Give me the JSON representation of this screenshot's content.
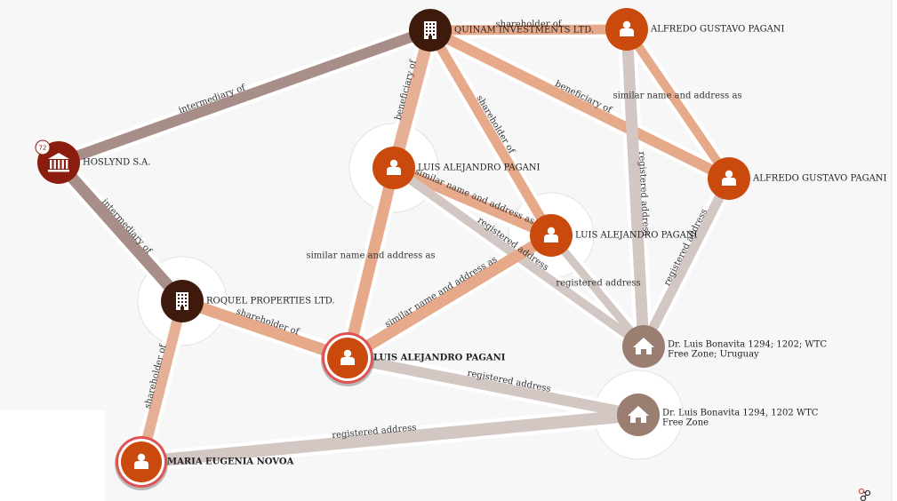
{
  "graph": {
    "nodes": [
      {
        "id": "quinam",
        "label": "QUINAM INVESTMENTS LTD.",
        "kind": "company",
        "icon": "building-icon",
        "color": "#3d1a0c"
      },
      {
        "id": "alfredo1",
        "label": "ALFREDO GUSTAVO PAGANI",
        "kind": "person",
        "icon": "person-icon",
        "color": "#c94a0c"
      },
      {
        "id": "hoslynd",
        "label": "HOSLYND S.A.",
        "kind": "intermediary",
        "icon": "bank-icon",
        "color": "#8b1d0f",
        "badge": "72"
      },
      {
        "id": "luis1",
        "label": "LUIS ALEJANDRO PAGANI",
        "kind": "person",
        "icon": "person-icon",
        "color": "#c94a0c"
      },
      {
        "id": "alfredo2",
        "label": "ALFREDO GUSTAVO PAGANI",
        "kind": "person",
        "icon": "person-icon",
        "color": "#c94a0c"
      },
      {
        "id": "luis2",
        "label": "LUIS ALEJANDRO PAGANI",
        "kind": "person",
        "icon": "person-icon",
        "color": "#c94a0c"
      },
      {
        "id": "roquel",
        "label": "ROQUEL PROPERTIES LTD.",
        "kind": "company",
        "icon": "building-icon",
        "color": "#3d1a0c"
      },
      {
        "id": "luis3",
        "label": "LUIS ALEJANDRO PAGANI",
        "kind": "person",
        "icon": "person-icon",
        "color": "#c94a0c",
        "highlight": true
      },
      {
        "id": "addr1",
        "label": [
          "Dr. Luis Bonavita 1294; 1202; WTC",
          "Free Zone; Uruguay"
        ],
        "kind": "address",
        "icon": "house-icon",
        "color": "#9b7e72"
      },
      {
        "id": "addr2",
        "label": [
          "Dr. Luis Bonavita 1294, 1202  WTC",
          "Free Zone"
        ],
        "kind": "address",
        "icon": "house-icon",
        "color": "#9b7e72"
      },
      {
        "id": "maria",
        "label": "MARIA EUGENIA NOVOA",
        "kind": "person",
        "icon": "person-icon",
        "color": "#c94a0c",
        "highlight": true
      }
    ],
    "edges": [
      {
        "from": "quinam",
        "to": "alfredo1",
        "label": "shareholder of",
        "color": "#e6a989"
      },
      {
        "from": "hoslynd",
        "to": "quinam",
        "label": "intermediary of",
        "color": "#a88e88"
      },
      {
        "from": "luis1",
        "to": "quinam",
        "label": "beneficiary of",
        "color": "#e6b096"
      },
      {
        "from": "luis2",
        "to": "quinam",
        "label": "shareholder of",
        "color": "#e6a989"
      },
      {
        "from": "quinam",
        "to": "alfredo2",
        "label": "beneficiary of",
        "color": "#e6a989"
      },
      {
        "from": "alfredo1",
        "to": "alfredo2",
        "label": "similar name and address as",
        "color": "#e6a989"
      },
      {
        "from": "alfredo1",
        "to": "addr1",
        "label": "registered address",
        "color": "#d2c7c2"
      },
      {
        "from": "luis1",
        "to": "luis2",
        "label": "similar name and address as",
        "color": "#e6a989"
      },
      {
        "from": "luis1",
        "to": "addr1",
        "label": "registered address",
        "color": "#d2c7c2"
      },
      {
        "from": "alfredo2",
        "to": "addr1",
        "label": "registered address",
        "color": "#d2c7c2"
      },
      {
        "from": "luis3",
        "to": "luis1",
        "label": "similar name and address as",
        "color": "#e6a989"
      },
      {
        "from": "luis3",
        "to": "luis2",
        "label": "similar name and address as",
        "color": "#e6a989"
      },
      {
        "from": "luis2",
        "to": "addr1",
        "label": "registered address",
        "color": "#d2c7c2"
      },
      {
        "from": "hoslynd",
        "to": "roquel",
        "label": "intermediary of",
        "color": "#a88e88"
      },
      {
        "from": "luis3",
        "to": "roquel",
        "label": "shareholder of",
        "color": "#e6a989"
      },
      {
        "from": "maria",
        "to": "roquel",
        "label": "shareholder of",
        "color": "#e6b096"
      },
      {
        "from": "luis3",
        "to": "addr2",
        "label": "registered address",
        "color": "#d2c7c2"
      },
      {
        "from": "maria",
        "to": "addr2",
        "label": "registered address",
        "color": "#d2c7c2"
      }
    ]
  }
}
